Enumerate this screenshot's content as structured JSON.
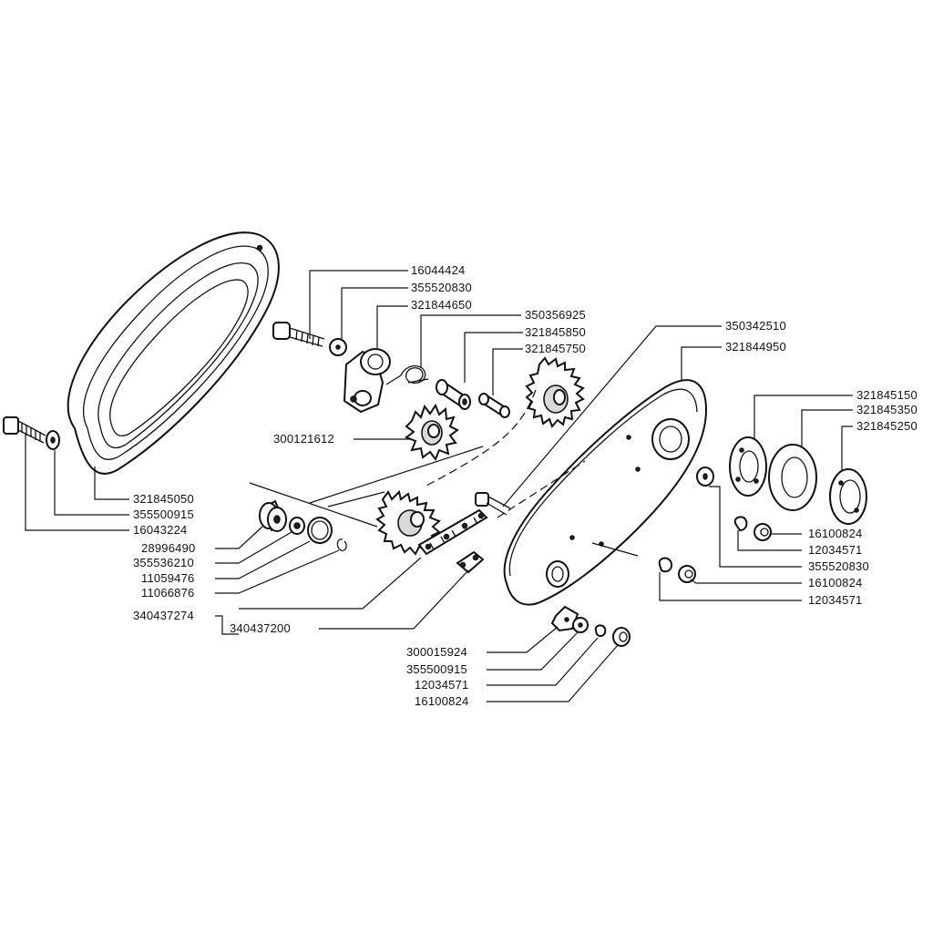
{
  "diagram": {
    "labels": [
      "16044424",
      "355520830",
      "321844650",
      "350356925",
      "321845850",
      "321845750",
      "350342510",
      "321844950",
      "321845150",
      "321845350",
      "321845250",
      "300121612",
      "321845050",
      "355500915",
      "16043224",
      "28996490",
      "355536210",
      "11059476",
      "11066876",
      "340437274",
      "340437200",
      "16100824",
      "12034571",
      "355520830",
      "16100824",
      "12034571",
      "300015924",
      "355500915",
      "12034571",
      "16100824"
    ]
  }
}
